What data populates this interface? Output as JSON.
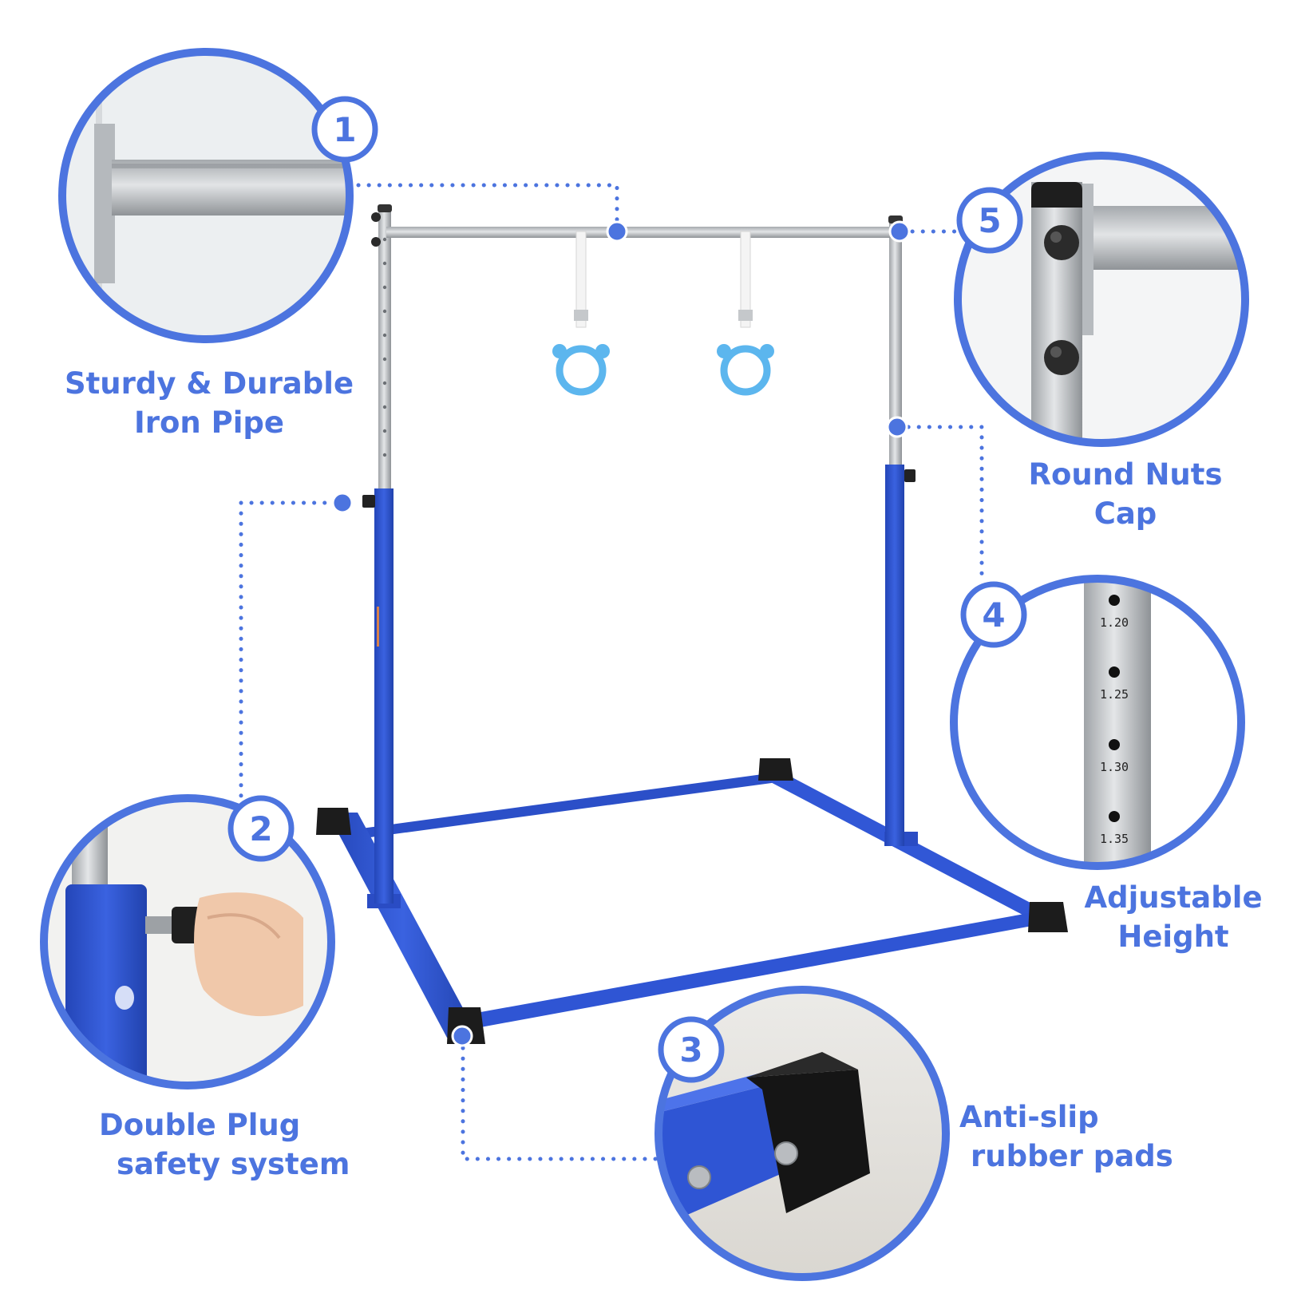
{
  "colors": {
    "accent": "#4c74df",
    "frame_blue": "#2f55d4",
    "pipe_silver": "#c9cccf",
    "ring_blue": "#5cb6ee",
    "pad_black": "#1c1c1c"
  },
  "callouts": [
    {
      "number": "1",
      "lines": [
        "Sturdy & Durable",
        "Iron Pipe"
      ],
      "detail": "iron-pipe-joint"
    },
    {
      "number": "2",
      "lines": [
        "Double Plug",
        "safety system"
      ],
      "detail": "safety-knob"
    },
    {
      "number": "3",
      "lines": [
        "Anti-slip",
        "rubber pads"
      ],
      "detail": "rubber-foot-pad"
    },
    {
      "number": "4",
      "lines": [
        "Adjustable",
        "Height"
      ],
      "detail": "height-scale"
    },
    {
      "number": "5",
      "lines": [
        "Round Nuts",
        "Cap"
      ],
      "detail": "round-nut-caps"
    }
  ],
  "height_scale": [
    "1.20",
    "1.25",
    "1.30",
    "1.35"
  ]
}
